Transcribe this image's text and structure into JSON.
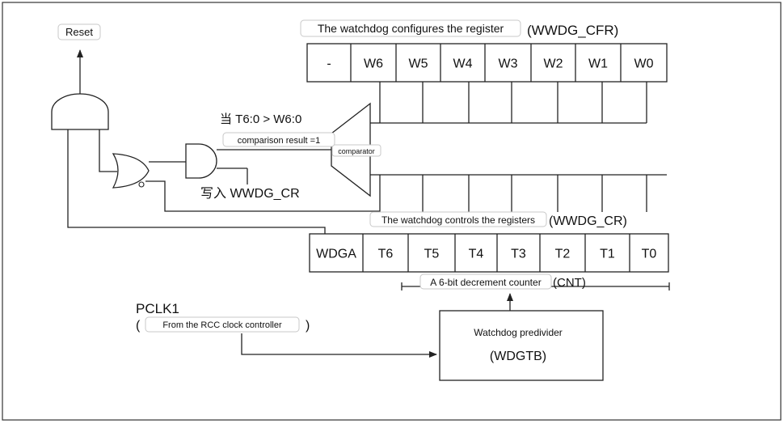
{
  "reset_label": "Reset",
  "cfr": {
    "title": "The watchdog configures the register",
    "name": "(WWDG_CFR)",
    "bits": [
      "-",
      "W6",
      "W5",
      "W4",
      "W3",
      "W2",
      "W1",
      "W0"
    ]
  },
  "condition": {
    "line1": "当 T6:0 > W6:0",
    "line2": "comparison result =1"
  },
  "comparator_label": "comparator",
  "write_label": "写入 WWDG_CR",
  "cr": {
    "title": "The watchdog controls the registers",
    "name": "(WWDG_CR)",
    "bits": [
      "WDGA",
      "T6",
      "T5",
      "T4",
      "T3",
      "T2",
      "T1",
      "T0"
    ]
  },
  "counter": {
    "label": "A 6-bit decrement counter",
    "name": "(CNT)"
  },
  "pclk": {
    "name": "PCLK1",
    "open_paren": "(",
    "source": "From the RCC clock controller",
    "close_paren": ")"
  },
  "predivider": {
    "label": "Watchdog predivider",
    "name": "(WDGTB)"
  }
}
